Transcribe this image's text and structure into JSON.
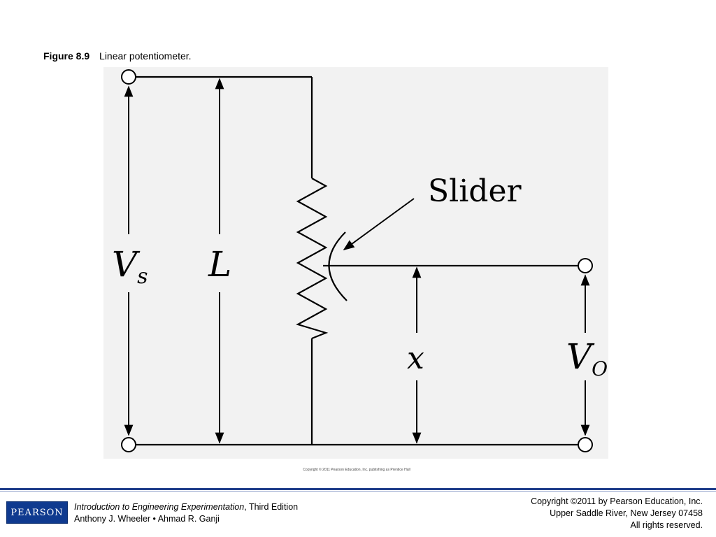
{
  "caption": {
    "figure_number": "Figure 8.9",
    "figure_title": "Linear potentiometer."
  },
  "diagram": {
    "labels": {
      "slider": "Slider",
      "vs_main": "V",
      "vs_sub": "s",
      "length": "L",
      "position": "x",
      "vo_main": "V",
      "vo_sub": "O"
    },
    "copyright_small": "Copyright © 2011 Pearson Education, Inc. publishing as Prentice Hall"
  },
  "footer": {
    "logo_text": "PEARSON",
    "book_title": "Introduction to Engineering Experimentation",
    "edition": ", Third Edition",
    "authors": "Anthony J. Wheeler • Ahmad R. Ganji",
    "copyright_line1": "Copyright ©2011 by Pearson Education, Inc.",
    "copyright_line2": "Upper Saddle River, New Jersey 07458",
    "copyright_line3": "All rights reserved.",
    "accent_color": "#1e3d8a"
  }
}
